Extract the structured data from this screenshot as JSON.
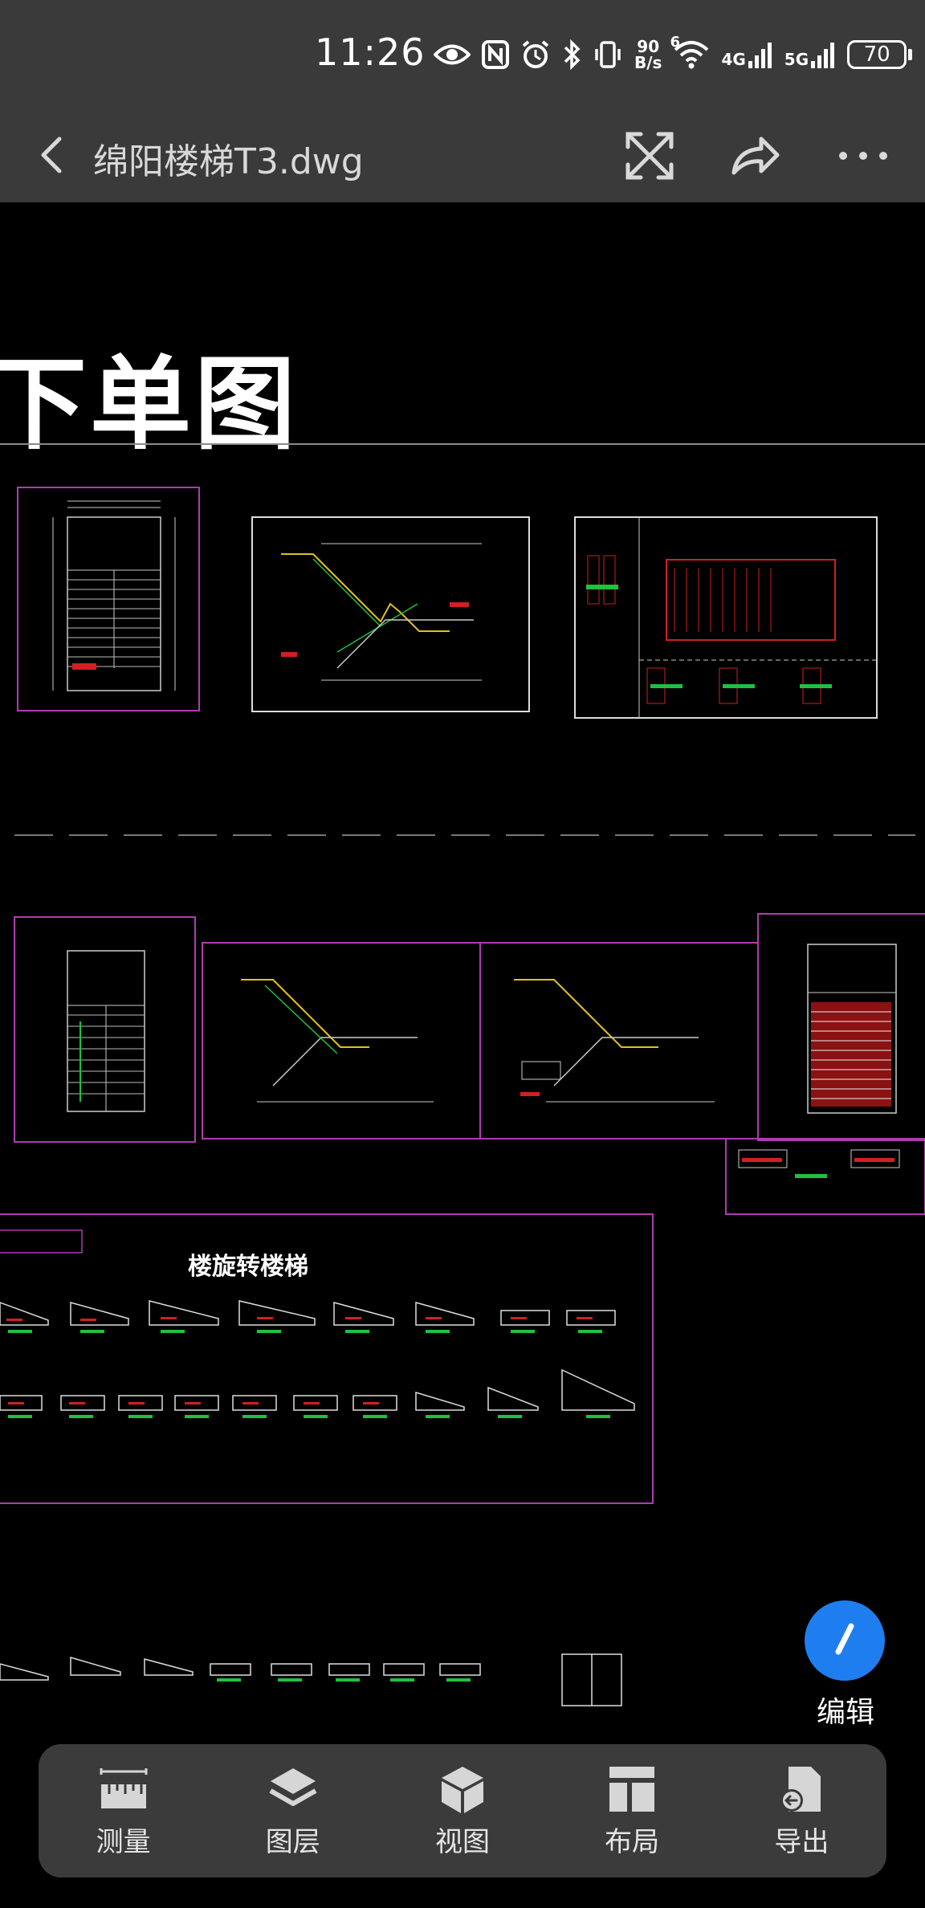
{
  "status_bar": {
    "time": "11:26",
    "net_speed_value": "90",
    "net_speed_unit": "B/s",
    "wifi_badge": "6",
    "signal1_label": "4G",
    "signal2_label": "5G",
    "battery": "70"
  },
  "app_bar": {
    "title": "绵阳楼梯T3.dwg"
  },
  "drawing": {
    "heading": "下单图",
    "stair_section_title": "楼旋转楼梯"
  },
  "fab": {
    "label": "编辑"
  },
  "toolbar": {
    "items": [
      {
        "label": "测量",
        "icon": "ruler-icon"
      },
      {
        "label": "图层",
        "icon": "layers-icon"
      },
      {
        "label": "视图",
        "icon": "cube-icon"
      },
      {
        "label": "布局",
        "icon": "layout-icon"
      },
      {
        "label": "导出",
        "icon": "export-icon"
      }
    ]
  }
}
